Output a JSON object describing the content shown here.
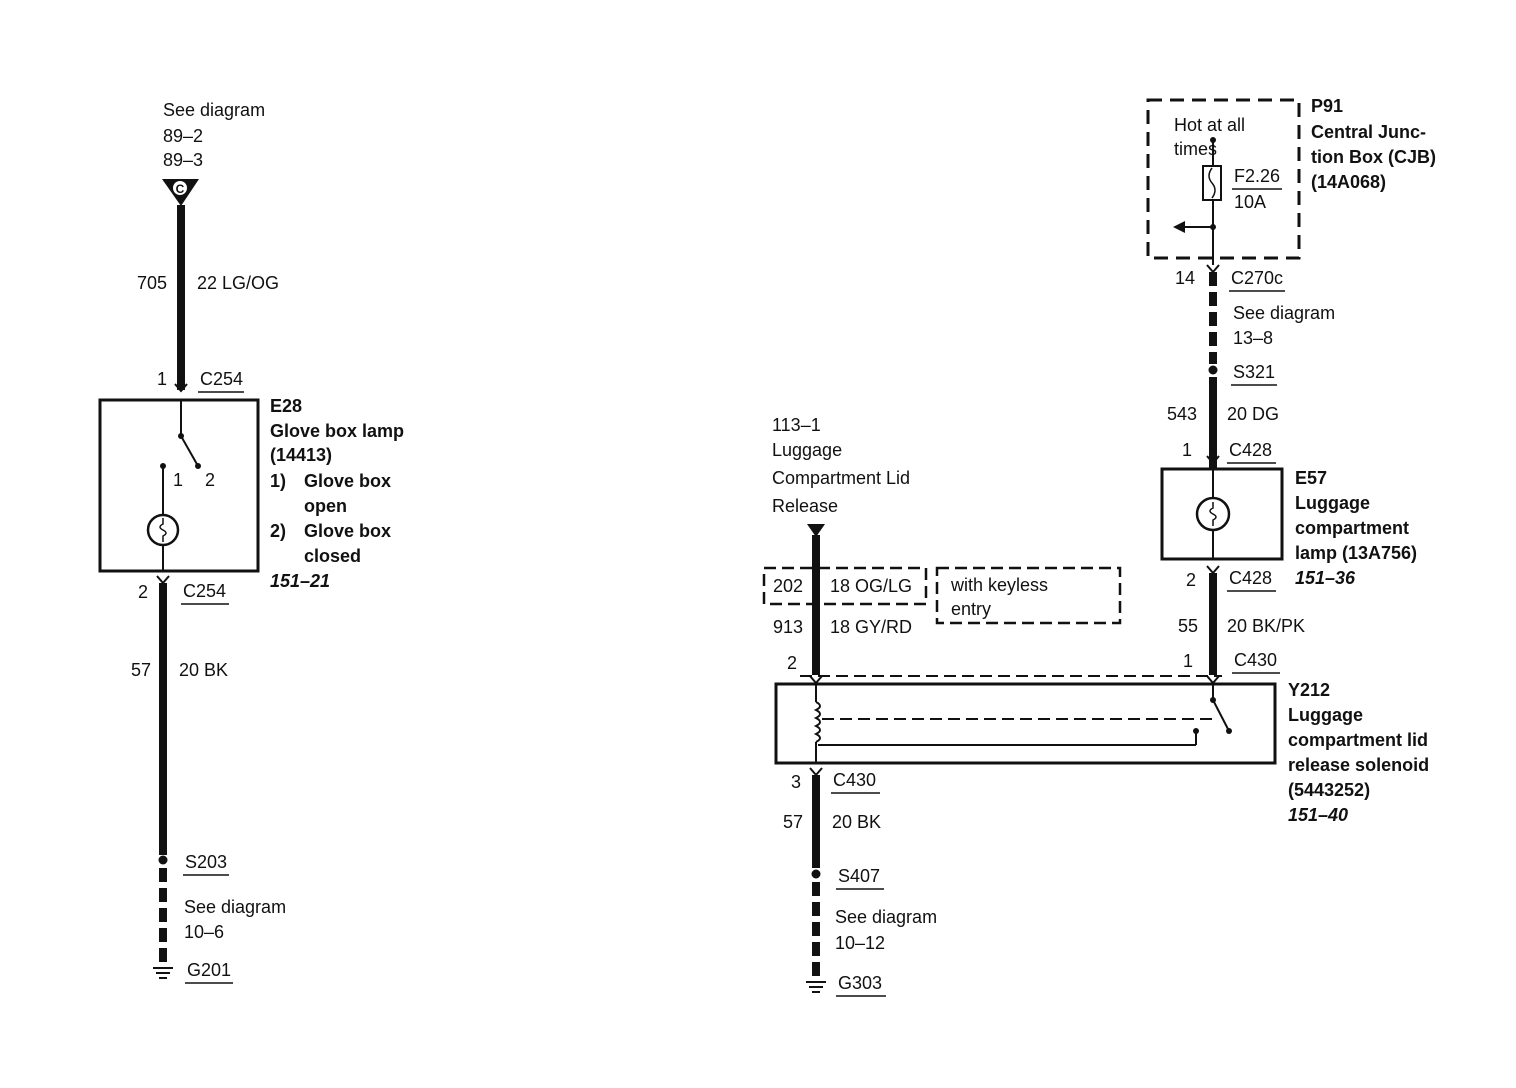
{
  "left": {
    "see_diagram_top": [
      "See diagram",
      "89–2",
      "89–3"
    ],
    "connector_letter": "C",
    "wire_top": {
      "circuit": "705",
      "gauge_color": "22 LG/OG"
    },
    "c254_top": {
      "pin": "1",
      "name": "C254"
    },
    "lamp": {
      "id": "E28",
      "title": "Glove box lamp",
      "part": "(14413)",
      "notes": [
        {
          "num": "1)",
          "lines": [
            "Glove box",
            "open"
          ]
        },
        {
          "num": "2)",
          "lines": [
            "Glove box",
            "closed"
          ]
        }
      ],
      "ref": "151–21",
      "switch_pins": [
        "1",
        "2"
      ]
    },
    "c254_bottom": {
      "pin": "2",
      "name": "C254"
    },
    "wire_bottom": {
      "circuit": "57",
      "gauge_color": "20 BK"
    },
    "splice": "S203",
    "see_diagram_bottom": [
      "See diagram",
      "10–6"
    ],
    "ground": "G201"
  },
  "right": {
    "cjb": {
      "id": "P91",
      "title_lines": [
        "Central Junc-",
        "tion Box (CJB)",
        "(14A068)"
      ],
      "hot_lines": [
        "Hot at all",
        "times"
      ],
      "fuse": "F2.26",
      "fuse_rating": "10A"
    },
    "c270c": {
      "pin": "14",
      "name": "C270c"
    },
    "see_diagram_mid": [
      "See diagram",
      "13–8"
    ],
    "splice_s321": "S321",
    "wire_543": {
      "circuit": "543",
      "gauge_color": "20 DG"
    },
    "c428_top": {
      "pin": "1",
      "name": "C428"
    },
    "lamp": {
      "id": "E57",
      "title_lines": [
        "Luggage",
        "compartment",
        "lamp (13A756)"
      ],
      "ref": "151–36"
    },
    "c428_bottom": {
      "pin": "2",
      "name": "C428"
    },
    "wire_55": {
      "circuit": "55",
      "gauge_color": "20 BK/PK"
    },
    "c430_top_right": {
      "pin": "1",
      "name": "C430"
    },
    "lid_release": [
      "113–1",
      "Luggage",
      "Compartment Lid",
      "Release"
    ],
    "wire_202": {
      "circuit": "202",
      "gauge_color": "18 OG/LG"
    },
    "keyless_note": [
      "with keyless",
      "entry"
    ],
    "wire_913": {
      "circuit": "913",
      "gauge_color": "18 GY/RD"
    },
    "c430_top_left_pin": "2",
    "solenoid": {
      "id": "Y212",
      "title_lines": [
        "Luggage",
        "compartment lid",
        "release solenoid",
        "(5443252)"
      ],
      "ref": "151–40"
    },
    "c430_bottom": {
      "pin": "3",
      "name": "C430"
    },
    "wire_57": {
      "circuit": "57",
      "gauge_color": "20 BK"
    },
    "splice_s407": "S407",
    "see_diagram_bottom": [
      "See diagram",
      "10–12"
    ],
    "ground": "G303"
  }
}
